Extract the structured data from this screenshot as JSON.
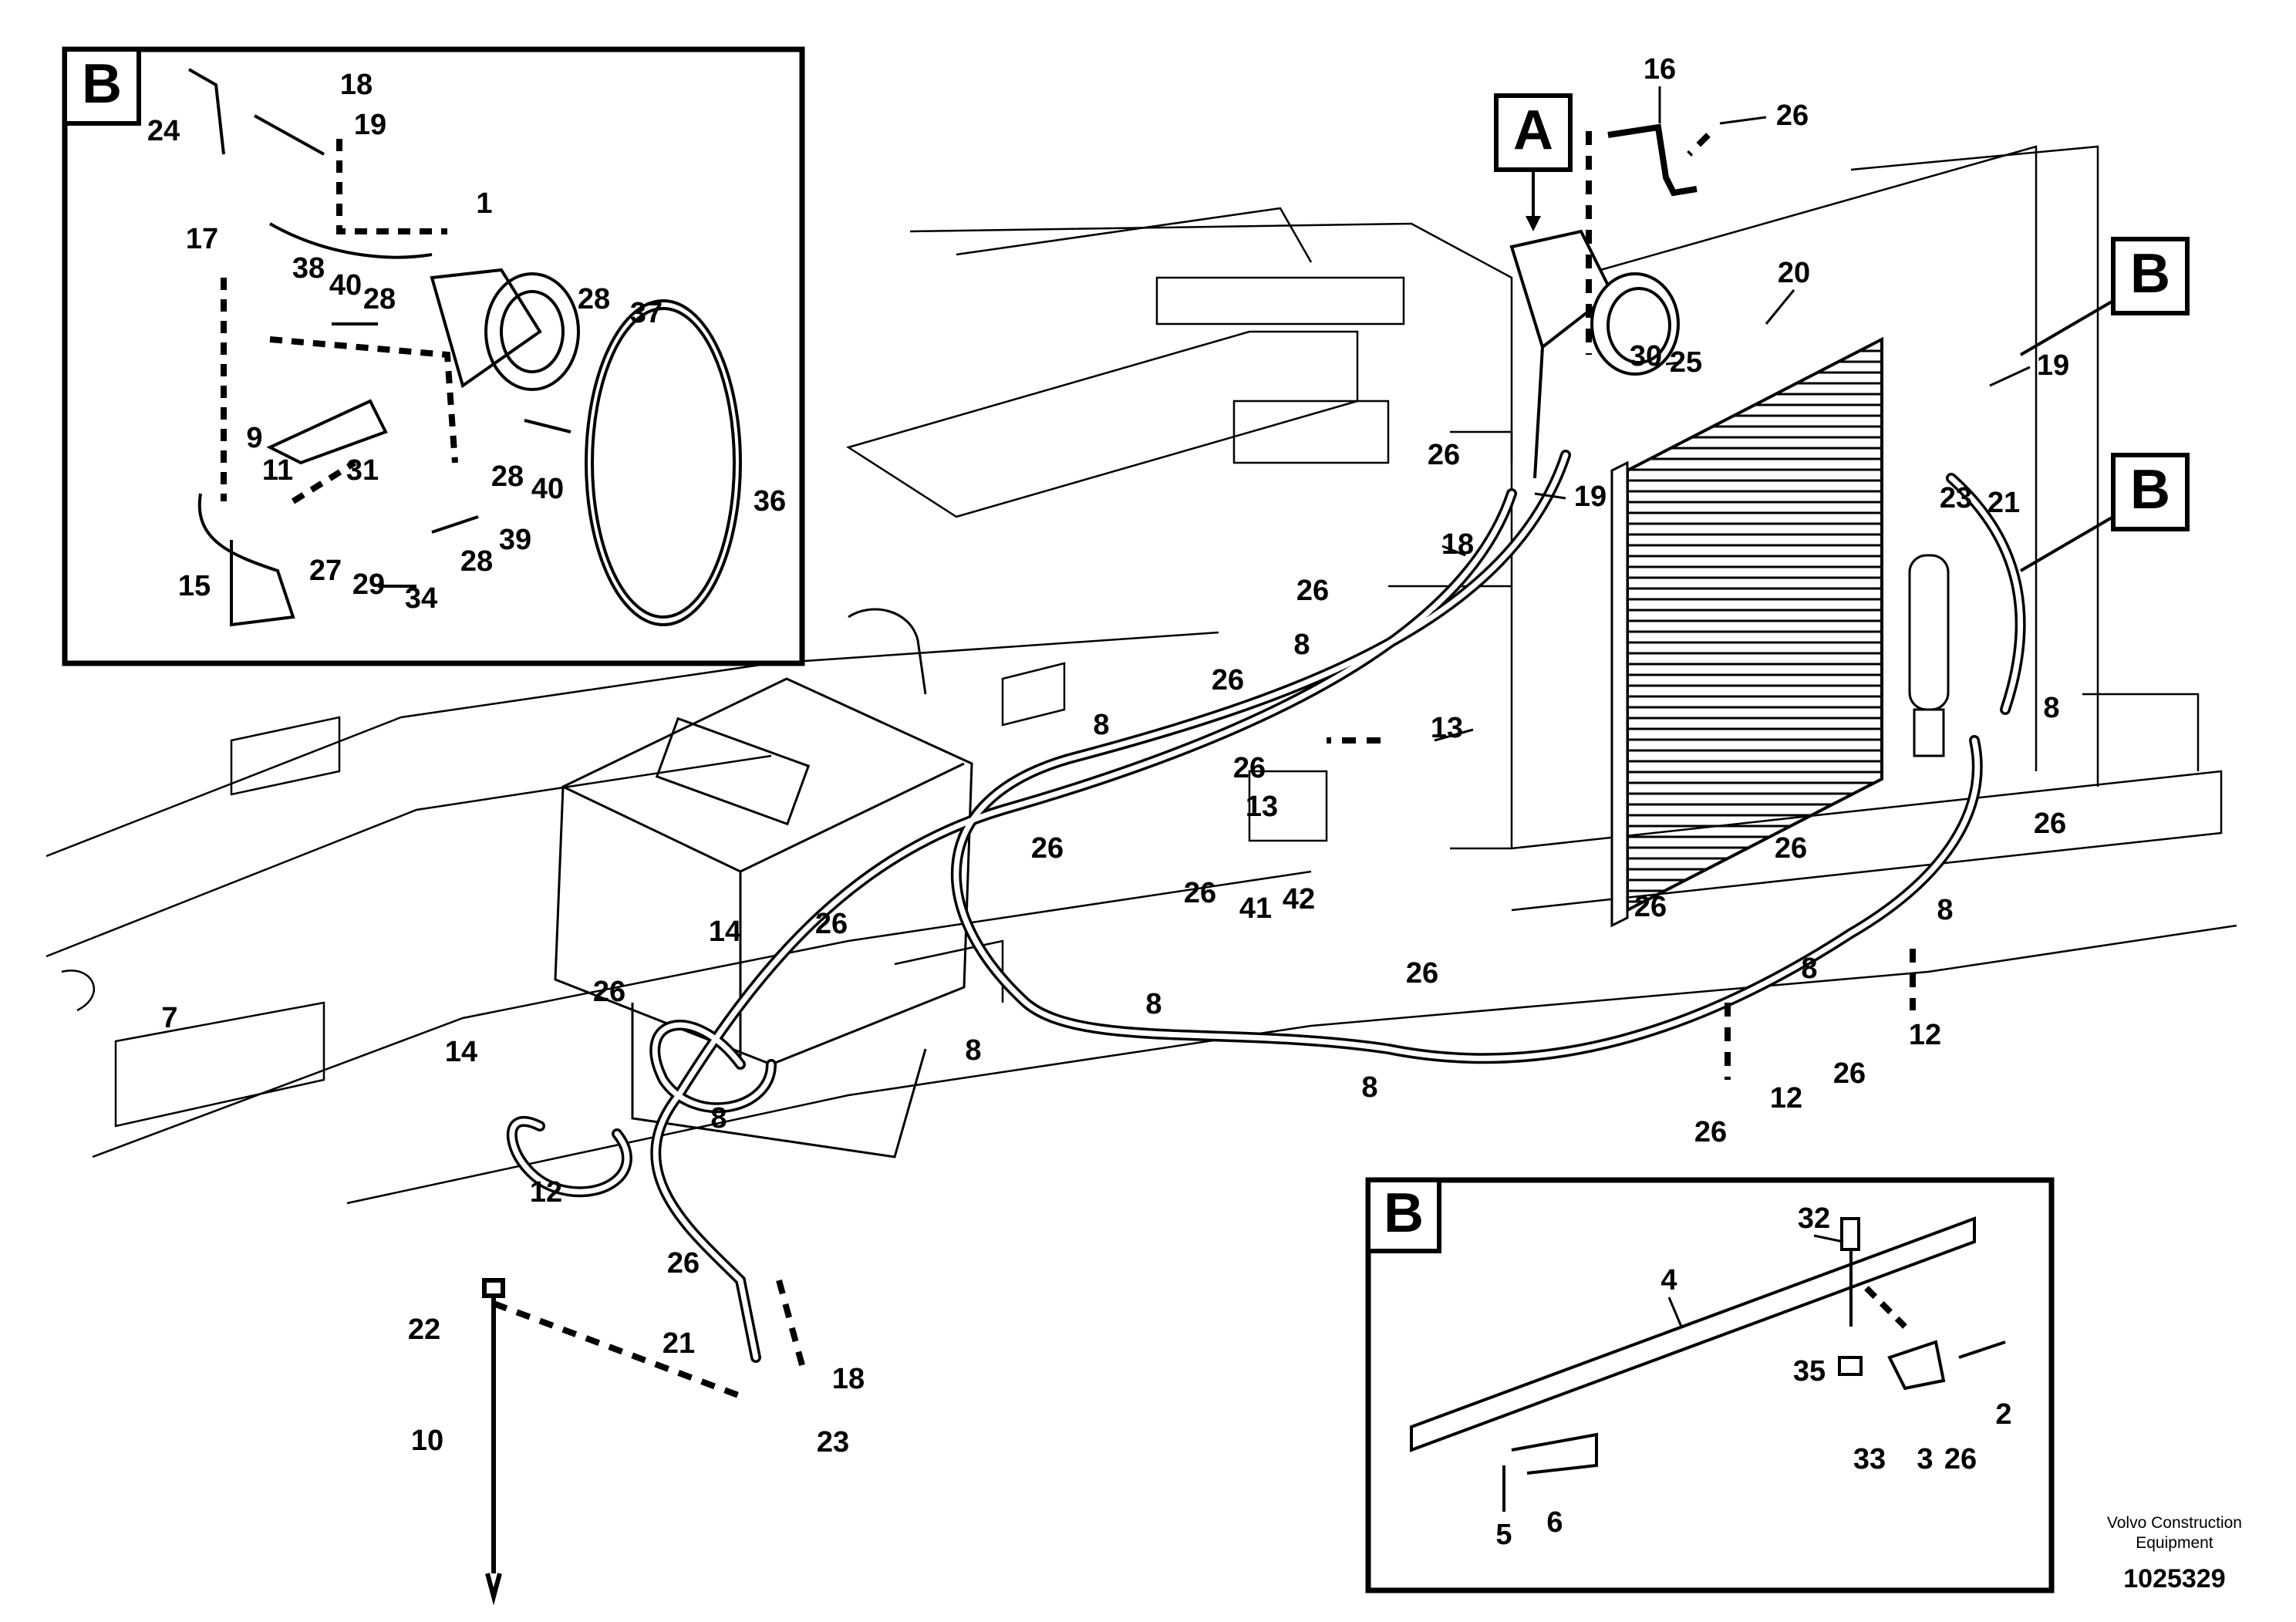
{
  "detail_labels": {
    "a": "A",
    "b": "B"
  },
  "callouts": {
    "n1": "1",
    "n2": "2",
    "n3": "3",
    "n4": "4",
    "n5": "5",
    "n6": "6",
    "n7": "7",
    "n8": "8",
    "n9": "9",
    "n10": "10",
    "n11": "11",
    "n12": "12",
    "n13": "13",
    "n14": "14",
    "n15": "15",
    "n16": "16",
    "n17": "17",
    "n18": "18",
    "n19": "19",
    "n20": "20",
    "n21": "21",
    "n22": "22",
    "n23": "23",
    "n24": "24",
    "n25": "25",
    "n26": "26",
    "n27": "27",
    "n28": "28",
    "n29": "29",
    "n30": "30",
    "n31": "31",
    "n32": "32",
    "n33": "33",
    "n34": "34",
    "n35": "35",
    "n36": "36",
    "n37": "37",
    "n38": "38",
    "n39": "39",
    "n40": "40",
    "n41": "41",
    "n42": "42"
  },
  "footer": {
    "maker_line1": "Volvo Construction",
    "maker_line2": "Equipment",
    "drawing_number": "1025329"
  }
}
